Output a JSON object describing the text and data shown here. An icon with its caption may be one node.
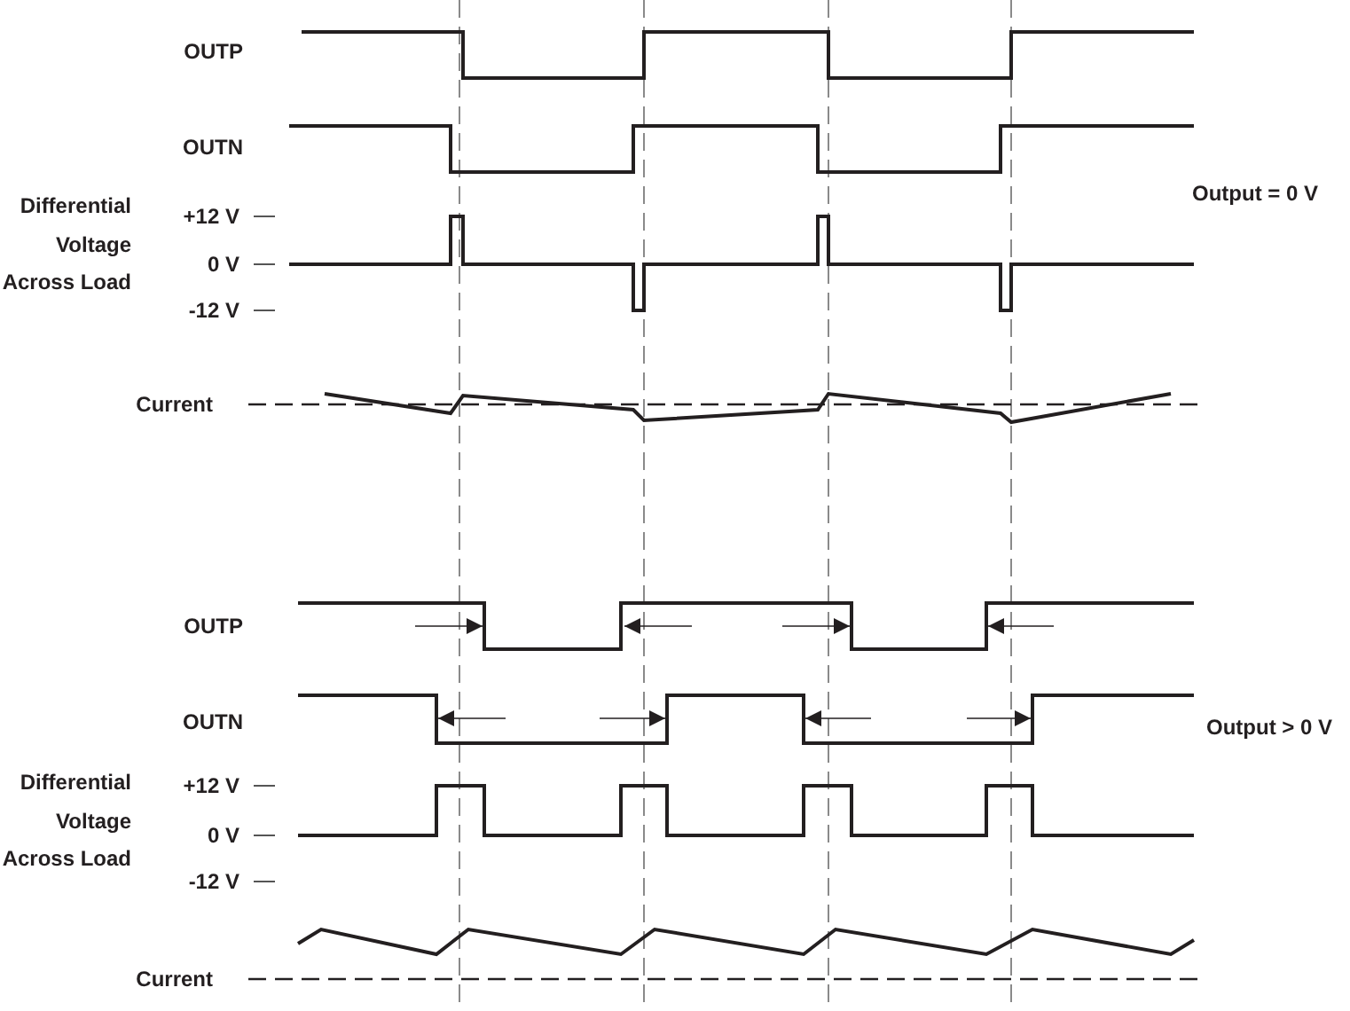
{
  "diagram": {
    "labels": [
      "OUTP",
      "OUTN",
      "Output = 0 V",
      "Differential Voltage Across Load",
      "+12 V",
      "0 V",
      "-12 V",
      "Current",
      "OUTP",
      "OUTN",
      "Output > 0 V",
      "Differential Voltage Across Load",
      "+12 V",
      "0 V",
      "-12 V",
      "Current"
    ]
  }
}
